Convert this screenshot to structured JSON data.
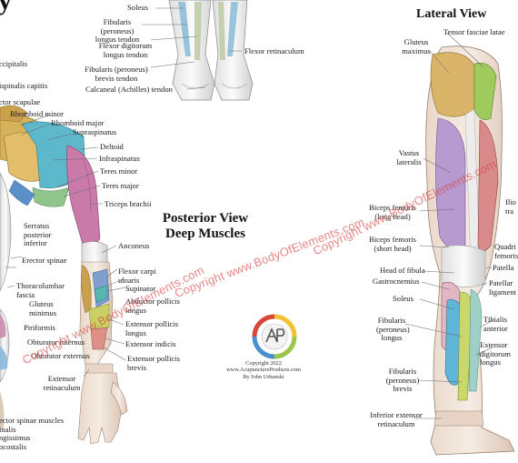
{
  "header_partial": "y",
  "feet_labels": {
    "soleus": "Soleus",
    "fibularis_longus": "Fibularis (peroneus)\nlongus tendon",
    "flexor_digitorum": "Flexor digitorum\nlongus tendon",
    "fibularis_brevis": "Fibularis (peroneus)\nbrevis tendon",
    "calcaneal": "Calcaneal (Achilles) tendon",
    "flexor_retinaculum": "Flexor retinaculum"
  },
  "arm_labels": {
    "occipitalis": "ccipitalis",
    "semispinalis": "ispinalis capitis",
    "levator": "ctor scapulae",
    "rhomboid_minor": "Rhomboid minor",
    "rhomboid_major": "Rhomboid major",
    "supraspinatus": "Supraspinatus",
    "deltoid": "Deltoid",
    "infraspinatus": "Infraspinatus",
    "teres_minor": "Teres minor",
    "teres_major": "Teres major",
    "triceps": "Triceps brachii",
    "serratus": "Serratus\nposterior\ninferior",
    "anconeus": "Anconeus",
    "erector": "Erector spinae",
    "flexor_carpi": "Flexor carpi\nulnaris",
    "supinator": "Supinator",
    "thoracolumbar": "Thoracolumbar\nfascia",
    "abductor": "Abductor pollicis\nlongus",
    "gluteus_minimus": "Gluteus\nminimus",
    "ext_pollicis_longus": "Extensor pollicis\nlongus",
    "piriformis": "Piriformis",
    "obturator_internus": "Obturator internus",
    "ext_indicis": "Extensor indicis",
    "obturator_externus": "Obturator externus",
    "ext_pollicis_brevis": "Extensor pollicis\nbrevis",
    "ext_retinaculum": "Extensor\nretinaculum",
    "erector_group": "ector spinae muscles\ninalis\nngissimus\nocostalis"
  },
  "center_title": "Posterior View\nDeep Muscles",
  "copyright": "Copyright 2022\nwww.AcupunctureProducts.com\nBy John Urbanski",
  "lateral": {
    "title": "Lateral View",
    "tensor": "Tensor fasciae latae",
    "gluteus_maximus": "Gluteus\nmaximus",
    "vastus_lateralis": "Vastus\nlateralis",
    "biceps_long": "Biceps femoris\n(long head)",
    "biceps_short": "Biceps femoris\n(short head)",
    "head_fibula": "Head of fibula",
    "gastrocnemius": "Gastrocnemius",
    "soleus": "Soleus",
    "fibularis_longus": "Fibularis\n(peroneus)\nlongus",
    "fibularis_brevis": "Fibularis\n(peroneus)\nbrevis",
    "inf_ext_ret": "Inferior extensor\nretinaculum",
    "ilio": "Ilio",
    "tra": "tra",
    "quadri": "Quadri",
    "femoris": "femoris",
    "patella": "Patella",
    "patellar": "Patellar\nligament",
    "tibialis": "Tibialis\nanterior",
    "ext_digitorum": "Extensor\ndigitorum\nlongus"
  },
  "watermarks": {
    "w1": "Copyright www.BodyOfElements.com",
    "w2": "Copyright www.BodyOfElements.com",
    "w3": "Copyright www.BodyOfElements.com"
  },
  "colors": {
    "label_text": "#1b1b1b",
    "watermark": "#d63c3c",
    "deltoid": "#58b7c9",
    "infraspinatus": "#e0b04a",
    "triceps": "#c87aa8",
    "lateral_gluteus": "#d9b469",
    "lateral_vastus": "#b79bd0",
    "lateral_biceps": "#d98a8a",
    "lateral_soleus": "#5fb6d8",
    "lateral_fibularis": "#c8d86a"
  }
}
